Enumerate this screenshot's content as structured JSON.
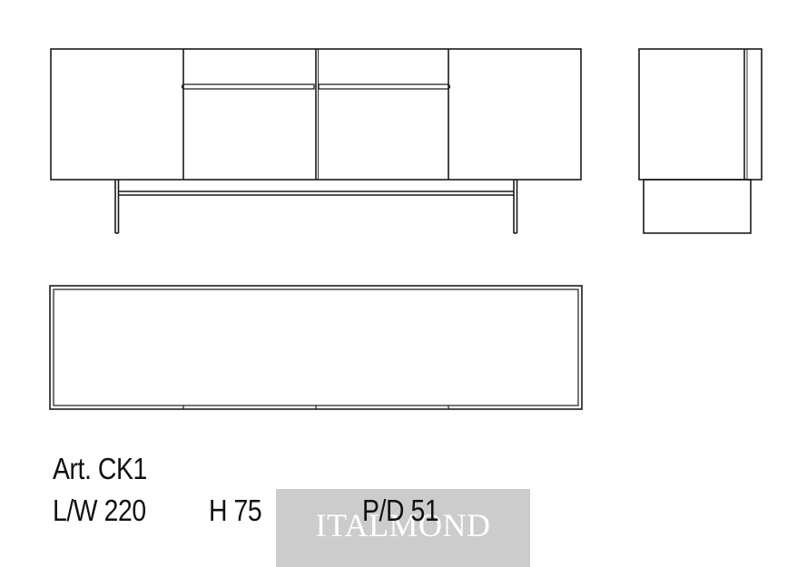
{
  "product": {
    "article": "Art. CK1",
    "width": "L/W 220",
    "height": "H 75",
    "depth": "P/D 51"
  },
  "watermark": {
    "text": "ITALMOND"
  },
  "colors": {
    "line": "#1a1a1a",
    "background": "#ffffff",
    "watermark_bg": "#c8c8c8",
    "watermark_text": "#ffffff"
  }
}
